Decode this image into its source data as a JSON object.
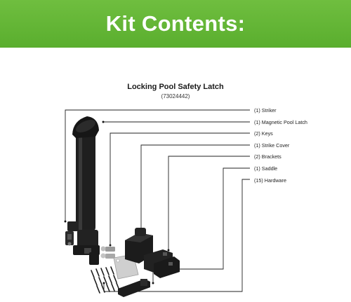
{
  "banner": {
    "title": "Kit Contents:"
  },
  "product": {
    "title": "Locking Pool Safety Latch",
    "code": "(73024442)"
  },
  "callouts": [
    {
      "label": "(1) Striker"
    },
    {
      "label": "(1) Magnetic Pool Latch"
    },
    {
      "label": "(2) Keys"
    },
    {
      "label": "(1) Strike Cover"
    },
    {
      "label": "(2) Brackets"
    },
    {
      "label": "(1) Saddle"
    },
    {
      "label": "(15) Hardware"
    }
  ],
  "colors": {
    "banner": "#62b535",
    "part": "#1f1f1f",
    "leader": "#222222"
  }
}
